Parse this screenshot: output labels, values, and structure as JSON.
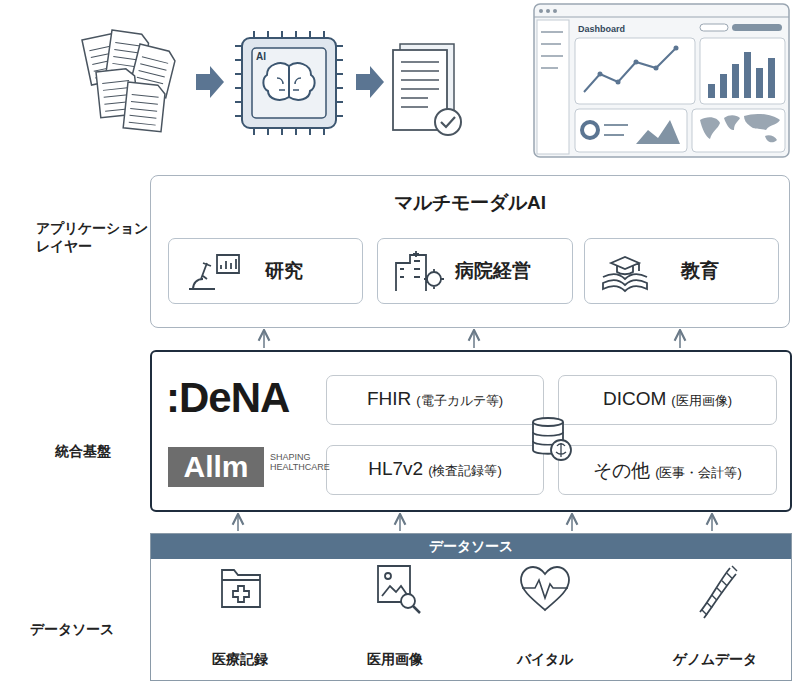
{
  "diagram": {
    "nodes": [
      {
        "text": [
          "マルチモーダルAI"
        ]
      },
      {
        "text": [
          "研究"
        ],
        "in": 0
      },
      {
        "text": [
          "病院経営"
        ],
        "in": 0
      },
      {
        "text": [
          "教育"
        ],
        "in": 0
      },
      {
        "text": [
          ":DeNA",
          "SHAPING HEALTHCARE"
        ]
      },
      {
        "text": [
          "Allm"
        ],
        "in": 4
      },
      {
        "text": [
          "FHIR",
          "(電子カルテ等)"
        ],
        "in": 4
      },
      {
        "text": [
          "DICOM",
          "(医用画像)"
        ],
        "in": 4
      },
      {
        "text": [
          "HL7v2",
          "(検査記録等)"
        ],
        "in": 4
      },
      {
        "text": [
          "その他",
          "(医事・会計等)"
        ],
        "in": 4
      },
      {
        "text": [
          "データソース"
        ]
      }
    ],
    "edges": [
      {
        "from": 10,
        "to": 4,
        "arrow": "to"
      },
      {
        "from": 10,
        "to": 4,
        "arrow": "to"
      },
      {
        "from": 10,
        "to": 4,
        "arrow": "to"
      },
      {
        "from": 10,
        "to": 4,
        "arrow": "to"
      },
      {
        "from": 4,
        "to": 0,
        "arrow": "to"
      },
      {
        "from": 4,
        "to": 0,
        "arrow": "to"
      },
      {
        "from": 4,
        "to": 0,
        "arrow": "to"
      }
    ],
    "labels": [
      "AI",
      "Dashboard",
      "アプリケーション レイヤー",
      "統合基盤",
      "データソース",
      "医療記録",
      "医用画像",
      "バイタル",
      "ゲノムデータ"
    ]
  }
}
